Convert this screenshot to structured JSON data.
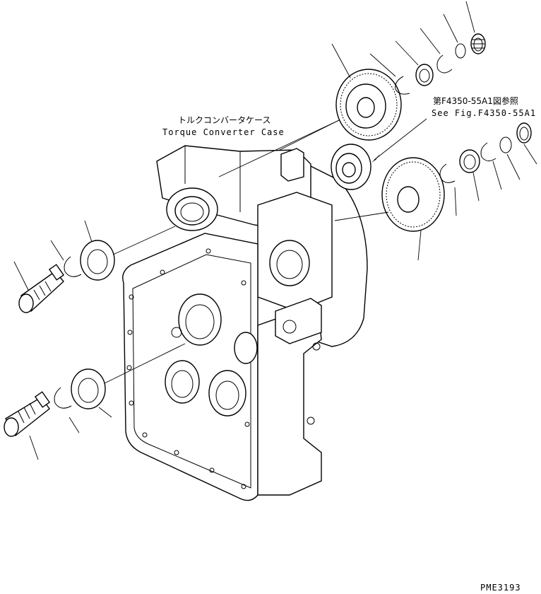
{
  "annotations": {
    "case_label_jp": "トルクコンバータケース",
    "case_label_en": "Torque Converter Case",
    "ref_label_jp": "第F4350-55A1図参照",
    "ref_label_en": "See Fig.F4350-55A1",
    "drawing_code": "PME3193"
  }
}
